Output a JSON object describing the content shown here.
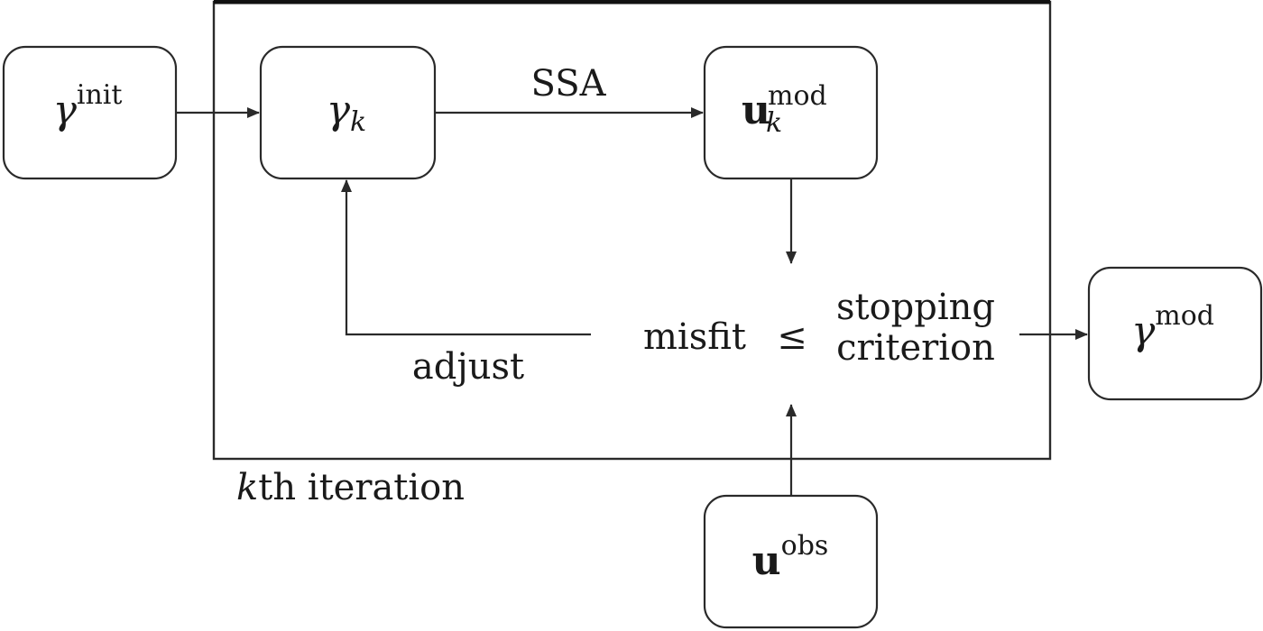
{
  "diagram": {
    "nodes": {
      "gamma_init": {
        "base": "γ",
        "sup": "init"
      },
      "gamma_k": {
        "base": "γ",
        "sub": "k"
      },
      "u_mod": {
        "base": "u",
        "sub": "k",
        "sup": "mod"
      },
      "gamma_mod": {
        "base": "γ",
        "sup": "mod"
      },
      "u_obs": {
        "base": "u",
        "sup": "obs"
      }
    },
    "edge_labels": {
      "ssa": "SSA",
      "adjust": "adjust"
    },
    "condition": {
      "lhs": "misfit",
      "op": "≤",
      "rhs_line1": "stopping",
      "rhs_line2": "criterion"
    },
    "frame_caption": {
      "italic": "k",
      "rest": "th iteration"
    }
  }
}
